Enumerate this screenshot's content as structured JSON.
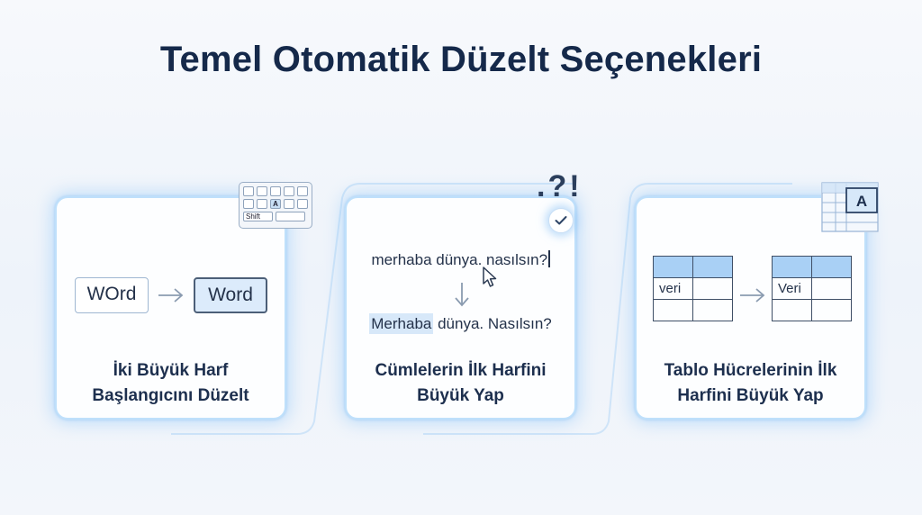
{
  "title": "Temel Otomatik Düzelt Seçenekleri",
  "cards": [
    {
      "label_line1": "İki Büyük Harf",
      "label_line2": "Başlangıcını Düzelt",
      "before": "WOrd",
      "after": "Word",
      "icon": "keyboard-icon",
      "keyboard_keys": {
        "shift": "Shift",
        "a": "A"
      }
    },
    {
      "label_line1": "Cümlelerin İlk Harfini",
      "label_line2": "Büyük Yap",
      "before_text": "merhaba dünya. nasılsın?",
      "after_highlight": "Merhaba",
      "after_rest": " dünya. Nasılsın?",
      "icon": "punctuation-icon",
      "punctuation": ".?!",
      "badge_icon": "checkmark-icon"
    },
    {
      "label_line1": "Tablo Hücrelerinin İlk",
      "label_line2": "Harfini Büyük Yap",
      "before_cell": "veri",
      "after_cell": "Veri",
      "icon": "table-grid-icon",
      "grid_letter": "A"
    }
  ],
  "colors": {
    "title": "#15294a",
    "card_border": "#bfe0fb",
    "highlight": "#d7e8f9",
    "table_header": "#a9d0f5"
  }
}
